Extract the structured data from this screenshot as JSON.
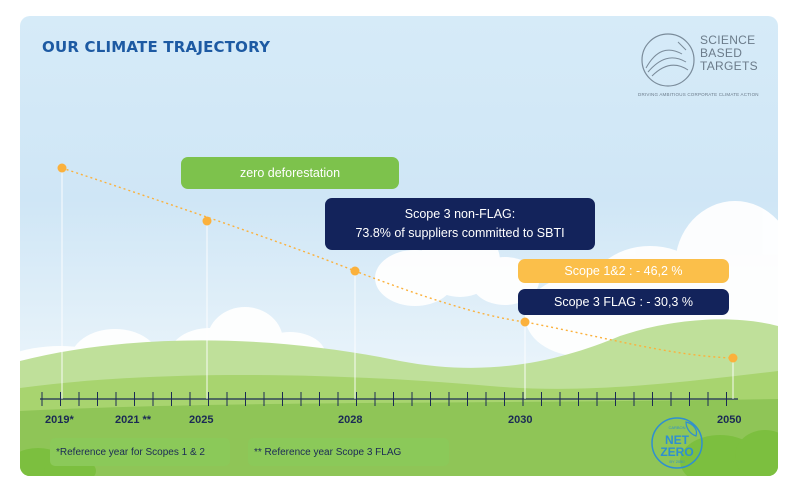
{
  "title": "OUR CLIMATE TRAJECTORY",
  "logo": {
    "name_line1": "SCIENCE",
    "name_line2": "BASED",
    "name_line3": "TARGETS",
    "tagline": "DRIVING AMBITIOUS CORPORATE CLIMATE ACTION"
  },
  "callouts": {
    "zero_deforestation": "zero deforestation",
    "scope3_nonflag_line1": "Scope 3 non-FLAG:",
    "scope3_nonflag_line2": "73.8% of suppliers committed to SBTI",
    "scope12": "Scope 1&2 : - 46,2 %",
    "scope3_flag": "Scope 3 FLAG : - 30,3 %"
  },
  "timeline": {
    "labels": [
      "2019*",
      "2021 **",
      "2025",
      "2028",
      "2030",
      "2050"
    ]
  },
  "footnotes": {
    "ref_scopes12": "*Reference year for Scopes 1 & 2",
    "ref_scope3_flag": "** Reference year Scope 3 FLAG"
  },
  "netzero_badge": {
    "top": "CARBON",
    "main1": "NET",
    "main2": "ZERO",
    "bottom": "BY 2050"
  },
  "colors": {
    "title": "#1d5aa3",
    "green": "#7dc24c",
    "navy": "#13235b",
    "orange": "#fbbf4a",
    "trajectory_dot": "#fbb13c"
  }
}
